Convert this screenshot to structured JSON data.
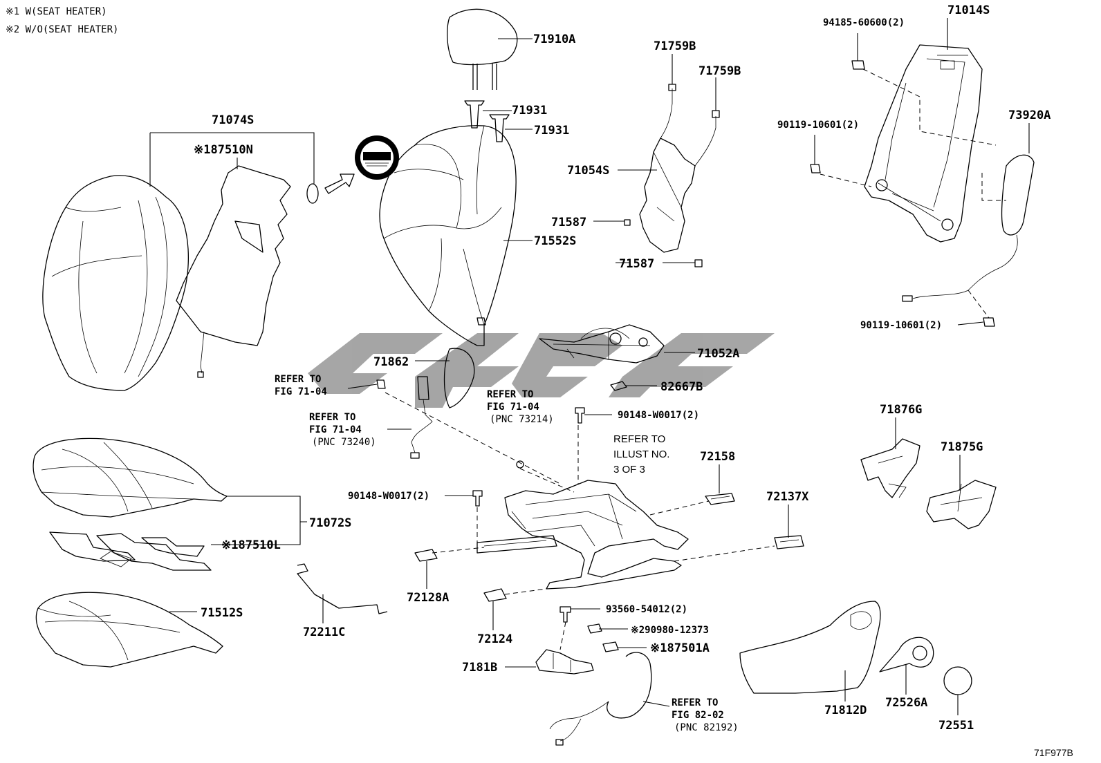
{
  "notes": [
    "※1 W(SEAT HEATER)",
    "※2 W/O(SEAT HEATER)"
  ],
  "illustration_code": "71F977B",
  "watermark_color": "#9c9c9c",
  "parts": [
    {
      "id": "71910A",
      "label": "71910A"
    },
    {
      "id": "71931a",
      "label": "71931"
    },
    {
      "id": "71931b",
      "label": "71931"
    },
    {
      "id": "71074S",
      "label": "71074S"
    },
    {
      "id": "87510N",
      "label": "※187510N"
    },
    {
      "id": "71759Ba",
      "label": "71759B"
    },
    {
      "id": "71759Bb",
      "label": "71759B"
    },
    {
      "id": "71054S",
      "label": "71054S"
    },
    {
      "id": "71587a",
      "label": "71587"
    },
    {
      "id": "71552S",
      "label": "71552S"
    },
    {
      "id": "71587b",
      "label": "71587"
    },
    {
      "id": "94185",
      "label": "94185-60600(2)"
    },
    {
      "id": "71014S",
      "label": "71014S"
    },
    {
      "id": "90119a",
      "label": "90119-10601(2)"
    },
    {
      "id": "73920A",
      "label": "73920A"
    },
    {
      "id": "90119b",
      "label": "90119-10601(2)"
    },
    {
      "id": "71052A",
      "label": "71052A"
    },
    {
      "id": "71862",
      "label": "71862"
    },
    {
      "id": "82667B",
      "label": "82667B"
    },
    {
      "id": "90148a",
      "label": "90148-W0017(2)"
    },
    {
      "id": "72158",
      "label": "72158"
    },
    {
      "id": "71876G",
      "label": "71876G"
    },
    {
      "id": "71875G",
      "label": "71875G"
    },
    {
      "id": "90148b",
      "label": "90148-W0017(2)"
    },
    {
      "id": "71072S",
      "label": "71072S"
    },
    {
      "id": "72137X",
      "label": "72137X"
    },
    {
      "id": "87510L",
      "label": "※187510L"
    },
    {
      "id": "72128A",
      "label": "72128A"
    },
    {
      "id": "71512S",
      "label": "71512S"
    },
    {
      "id": "93560",
      "label": "93560-54012(2)"
    },
    {
      "id": "90980",
      "label": "※290980-12373"
    },
    {
      "id": "72124",
      "label": "72124"
    },
    {
      "id": "72211C",
      "label": "72211C"
    },
    {
      "id": "87501A",
      "label": "※187501A"
    },
    {
      "id": "7181B",
      "label": "7181B"
    },
    {
      "id": "71812D",
      "label": "71812D"
    },
    {
      "id": "72526A",
      "label": "72526A"
    },
    {
      "id": "72551",
      "label": "72551"
    }
  ],
  "references": {
    "ref1": [
      "REFER TO",
      "FIG 71-04"
    ],
    "ref2": [
      "REFER TO",
      "FIG 71-04",
      "(PNC 73214)"
    ],
    "ref3": [
      "REFER TO",
      "FIG 71-04",
      "(PNC 73240)"
    ],
    "ref4": [
      "REFER TO",
      "ILLUST NO.",
      "3 OF 3"
    ],
    "ref5": [
      "REFER TO",
      "FIG 82-02",
      "(PNC 82192)"
    ]
  }
}
